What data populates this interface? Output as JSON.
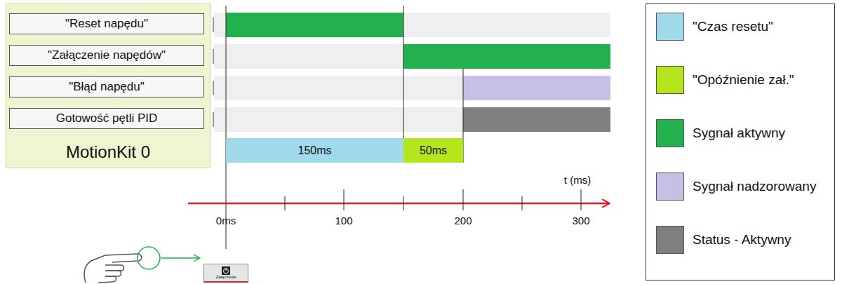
{
  "diagram": {
    "nodes": [
      {
        "text": [
          "MotionKit 0"
        ]
      },
      {
        "text": [
          "\"Reset napędu\""
        ],
        "in": 0
      },
      {
        "text": [
          "\"Załączenie napędów\""
        ],
        "in": 0
      },
      {
        "text": [
          "\"Błąd napędu\""
        ],
        "in": 0
      },
      {
        "text": [
          "Gotowość pętli PID"
        ],
        "in": 0
      },
      {
        "text": [
          "150ms"
        ]
      },
      {
        "text": [
          "50ms"
        ]
      },
      {
        "text": [
          "Załączenie"
        ]
      }
    ],
    "labels": [
      "0ms",
      "100",
      "200",
      "300",
      "t (ms)"
    ],
    "legend": [
      {
        "text": "\"Czas resetu\"",
        "color": "#9fd9ea"
      },
      {
        "text": "\"Opóźnienie zał.\"",
        "color": "#b5e61d"
      },
      {
        "text": "Sygnał aktywny",
        "color": "#22b14c"
      },
      {
        "text": "Sygnał nadzorowany",
        "color": "#c8bfe7"
      },
      {
        "text": "Status - Aktywny",
        "color": "#7f7f7f"
      }
    ]
  }
}
